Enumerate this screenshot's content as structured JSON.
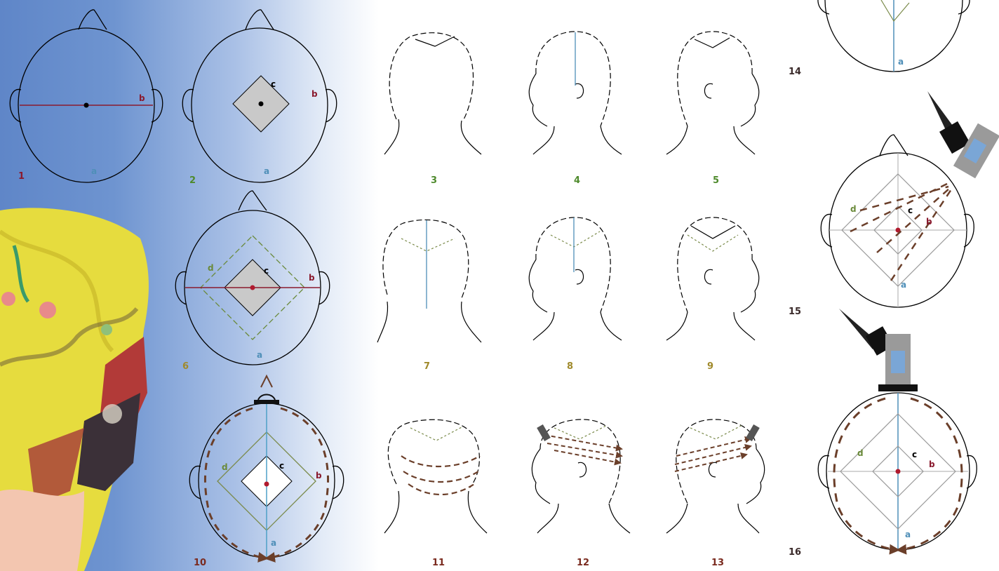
{
  "colors": {
    "line_a": "#4f8fb8",
    "line_b": "#8a1a2e",
    "line_d": "#6a8a3a",
    "arrow": "#6b3f2a",
    "num_1": "#8a1a2e",
    "num_green": "#4e8a2c",
    "num_olive": "#a08a2c",
    "num_brown": "#7a2a1e",
    "num_dark": "#3a2a2a"
  },
  "figures": [
    {
      "id": "1",
      "label": "1"
    },
    {
      "id": "2",
      "label": "2"
    },
    {
      "id": "3",
      "label": "3"
    },
    {
      "id": "4",
      "label": "4"
    },
    {
      "id": "5",
      "label": "5"
    },
    {
      "id": "6",
      "label": "6"
    },
    {
      "id": "7",
      "label": "7"
    },
    {
      "id": "8",
      "label": "8"
    },
    {
      "id": "9",
      "label": "9"
    },
    {
      "id": "10",
      "label": "10"
    },
    {
      "id": "11",
      "label": "11"
    },
    {
      "id": "12",
      "label": "12"
    },
    {
      "id": "13",
      "label": "13"
    },
    {
      "id": "14",
      "label": "14"
    },
    {
      "id": "15",
      "label": "15"
    },
    {
      "id": "16",
      "label": "16"
    }
  ],
  "section_letters": {
    "a": "a",
    "b": "b",
    "c": "c",
    "d": "d"
  }
}
